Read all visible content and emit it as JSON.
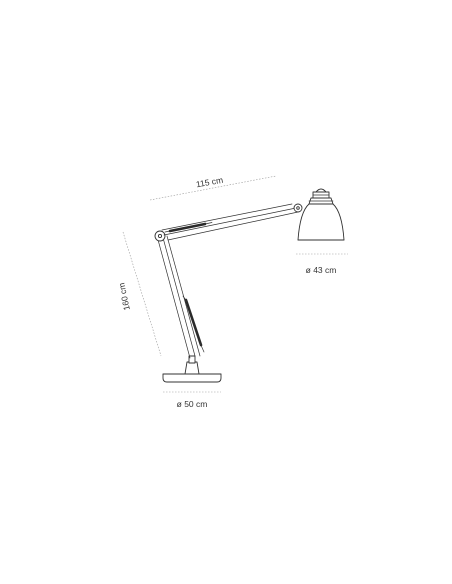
{
  "diagram": {
    "dimensions": {
      "arm_reach": "115 cm",
      "height": "160 cm",
      "shade_diameter": "ø 43 cm",
      "base_diameter": "ø 50 cm"
    },
    "colors": {
      "ink": "#333333",
      "dimension_line": "#9a9a9a",
      "spring": "#2a2a2a",
      "background": "#ffffff"
    }
  }
}
